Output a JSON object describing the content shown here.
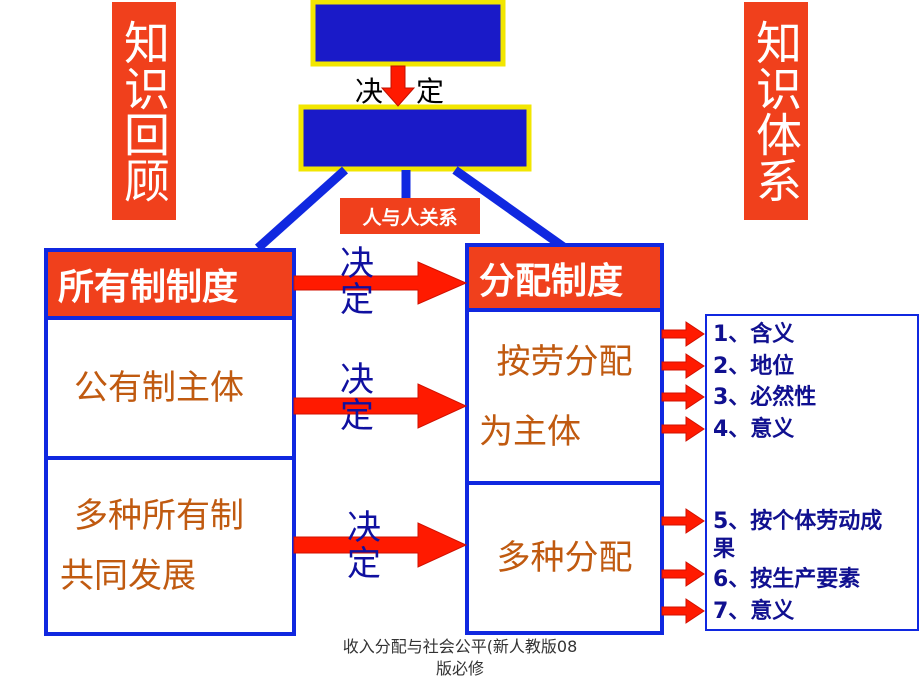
{
  "left_title": "知识回顾",
  "right_title": "知识体系",
  "top_decide": {
    "left": "决",
    "right": "定"
  },
  "relation_label": "人与人关系",
  "left_column": {
    "header": "所有制制度",
    "cell1": "公有制主体",
    "cell2_line1": "多种所有制",
    "cell2_line2": "共同发展"
  },
  "right_column": {
    "header": "分配制度",
    "cell1_line1": "按劳分配",
    "cell1_line2": "为主体",
    "cell2": "多种分配"
  },
  "decide_labels": [
    {
      "a": "决",
      "b": "定"
    },
    {
      "a": "决",
      "b": "定"
    },
    {
      "a": "决",
      "b": "定"
    }
  ],
  "list_items": [
    "1、含义",
    "2、地位",
    "3、必然性",
    "4、意义",
    "5、按个体劳动成",
    "果",
    "6、按生产要素",
    "7、意义"
  ],
  "footer": {
    "line1": "收入分配与社会公平(新人教版08",
    "line2": "版必修"
  },
  "colors": {
    "accent_red": "#f0401c",
    "frame_blue": "#1028e0",
    "box_fill_blue": "#1a1ac8",
    "box_border_yellow": "#f2e600",
    "arrow_red": "#ff1a00",
    "text_brown": "#c05a10"
  }
}
